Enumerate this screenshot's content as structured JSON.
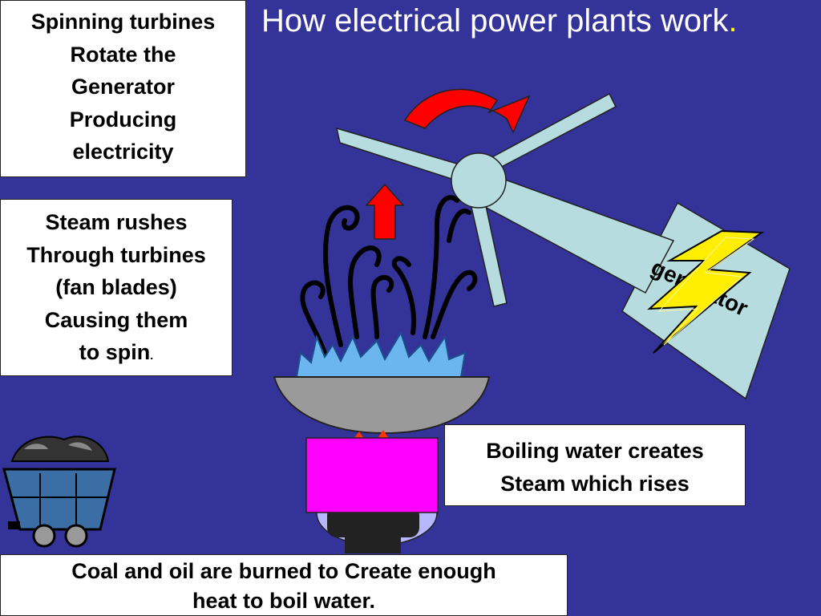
{
  "slide": {
    "title": "How electrical power plants work",
    "title_dot": ".",
    "accent_background": "#333399",
    "title_dot_color": "#ffff00"
  },
  "boxes": {
    "turbines": {
      "lines": [
        "Spinning turbines",
        "Rotate the",
        "Generator",
        "Producing",
        "electricity"
      ]
    },
    "steam": {
      "lines": [
        "Steam rushes",
        "Through turbines",
        "(fan blades)",
        "Causing them",
        "to spin"
      ],
      "last_dot": "."
    },
    "boiling": {
      "lines": [
        "Boiling water creates",
        "Steam which rises"
      ]
    },
    "coal": {
      "lines": [
        "Coal and oil are burned to Create enough",
        "heat to boil water."
      ]
    }
  },
  "diagram": {
    "generator_label": "generator",
    "colors": {
      "turbine": "#b7dce0",
      "generator_box": "#b7dce0",
      "bolt": "#ffee00",
      "arrow": "#ff0000",
      "water": "#6cb6f0",
      "pot": "#9a9a9a",
      "burner": "#ff00ff",
      "coal_cart": "#3a6ea5"
    },
    "icons": [
      "rotate-arrow-icon",
      "up-arrow-icon",
      "lightning-bolt-icon",
      "steam-swirls-icon",
      "coal-cart-icon",
      "burner-icon",
      "boiling-pot-icon"
    ]
  }
}
